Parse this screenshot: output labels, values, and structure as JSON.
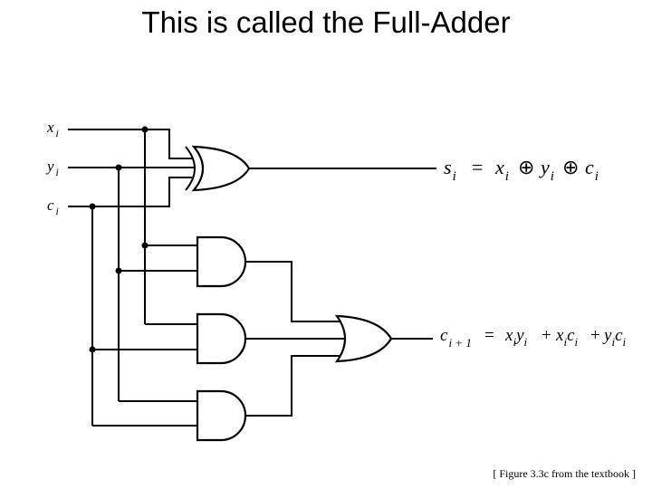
{
  "title": "This is called the Full-Adder",
  "inputs": {
    "x": {
      "base": "x",
      "sub": "i"
    },
    "y": {
      "base": "y",
      "sub": "i"
    },
    "c": {
      "base": "c",
      "sub": "i"
    }
  },
  "sum_eq": {
    "lhs": {
      "base": "s",
      "sub": "i"
    },
    "eq": "=",
    "t1": {
      "base": "x",
      "sub": "i"
    },
    "t2": {
      "base": "y",
      "sub": "i"
    },
    "t3": {
      "base": "c",
      "sub": "i"
    },
    "xor_symbol": "⊕"
  },
  "carry_eq": {
    "lhs": {
      "base": "c",
      "sub": "i + 1"
    },
    "eq": "=",
    "plus": "+",
    "term1": {
      "a": "x",
      "a_sub": "i",
      "b": "y",
      "b_sub": "i"
    },
    "term2": {
      "a": "x",
      "a_sub": "i",
      "b": "c",
      "b_sub": "i"
    },
    "term3": {
      "a": "y",
      "a_sub": "i",
      "b": "c",
      "b_sub": "i"
    }
  },
  "caption": "[ Figure 3.3c from the textbook ]"
}
